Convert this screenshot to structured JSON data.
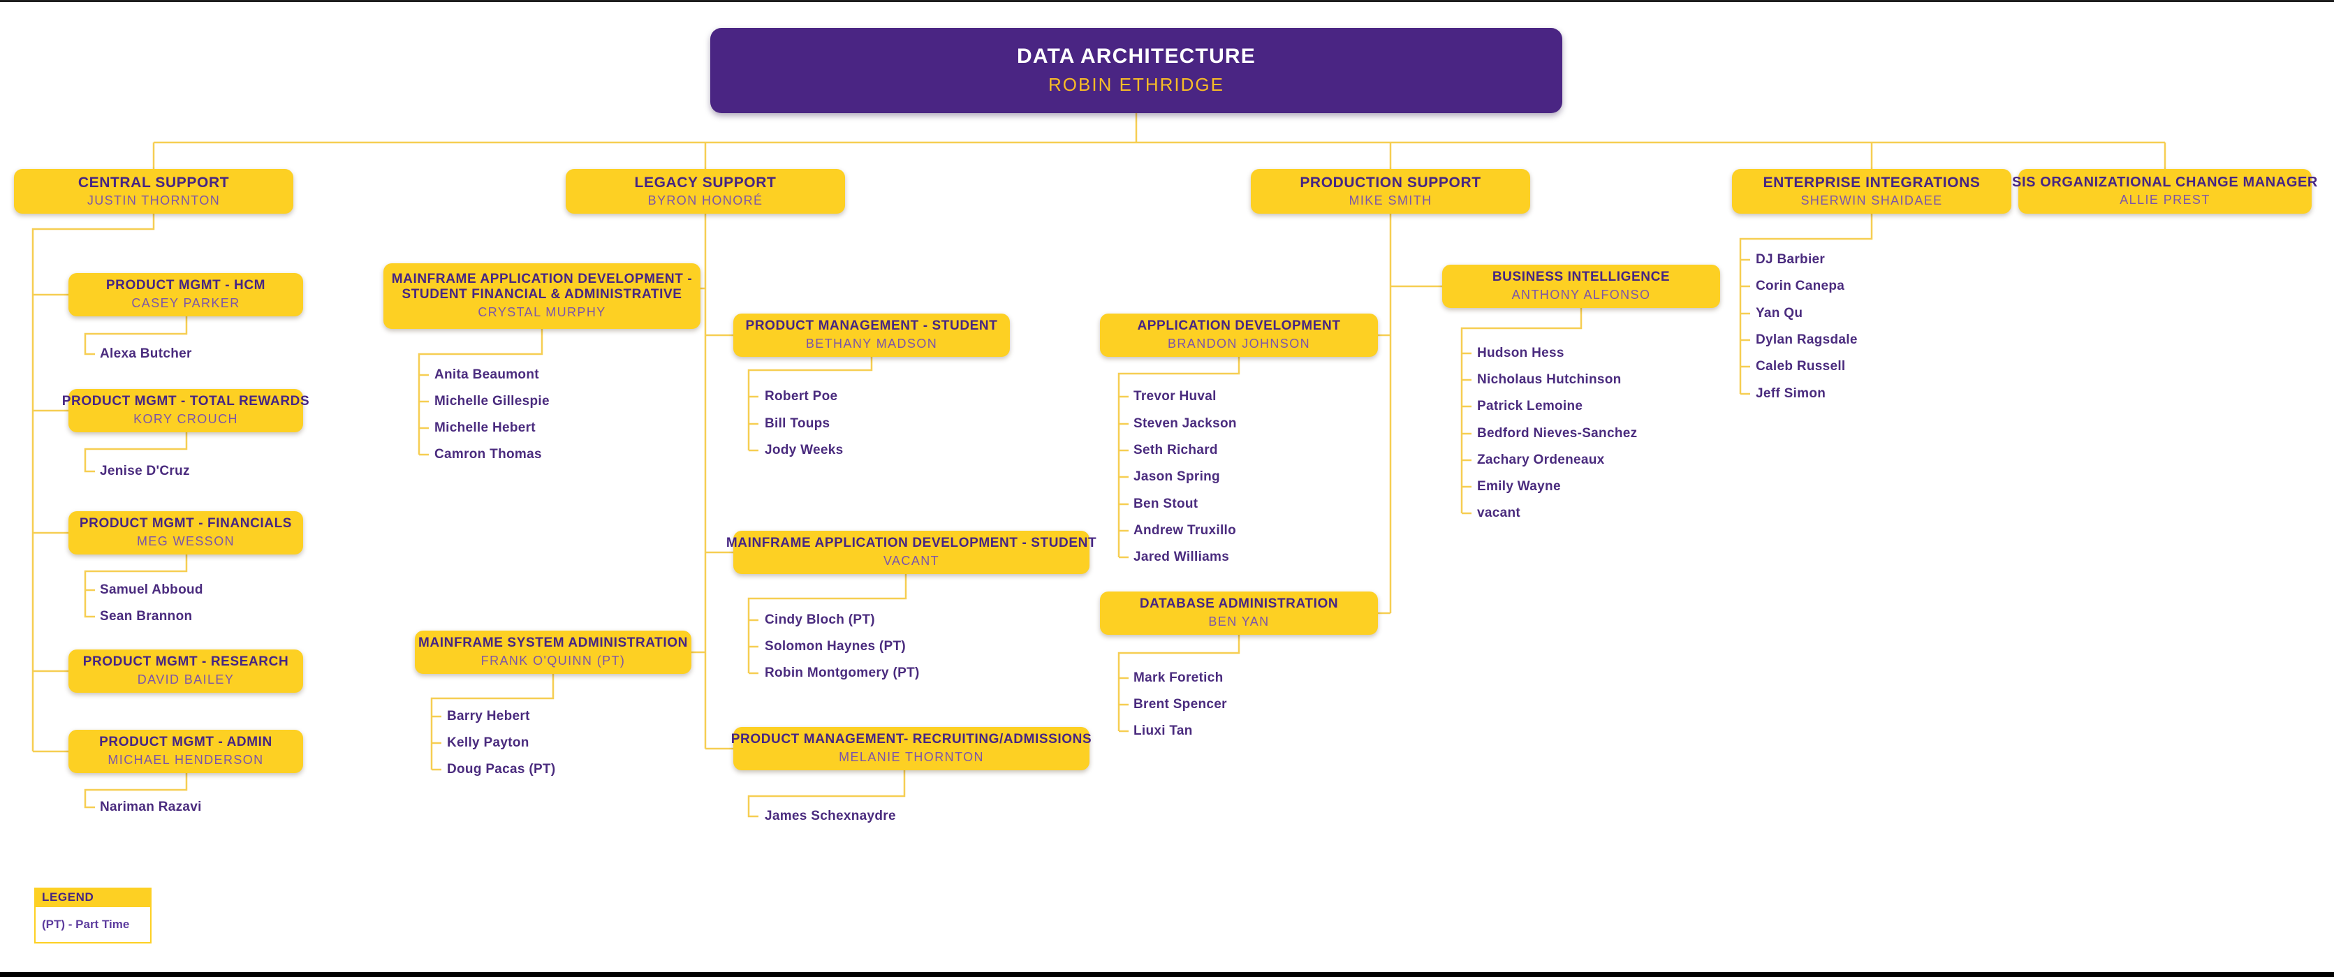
{
  "root": {
    "title": "DATA ARCHITECTURE",
    "manager": "ROBIN ETHRIDGE"
  },
  "colors": {
    "purple": "#4A2583",
    "gold": "#FDD023",
    "connector": "#F6CE52",
    "title_text": "#462583",
    "manager_text": "#7C55A9",
    "employee_text": "#4A2B7E",
    "root_manager_text": "#F8BC26"
  },
  "departments": [
    {
      "title": "CENTRAL SUPPORT",
      "manager": "JUSTIN THORNTON",
      "children": [
        {
          "title": "PRODUCT MGMT - HCM",
          "manager": "CASEY PARKER",
          "employees": [
            "Alexa Butcher"
          ]
        },
        {
          "title": "PRODUCT MGMT - TOTAL REWARDS",
          "manager": "KORY CROUCH",
          "employees": [
            "Jenise D'Cruz"
          ]
        },
        {
          "title": "PRODUCT MGMT - FINANCIALS",
          "manager": "MEG WESSON",
          "employees": [
            "Samuel Abboud",
            "Sean Brannon"
          ]
        },
        {
          "title": "PRODUCT MGMT - RESEARCH",
          "manager": "DAVID BAILEY",
          "employees": []
        },
        {
          "title": "PRODUCT MGMT - ADMIN",
          "manager": "MICHAEL HENDERSON",
          "employees": [
            "Nariman Razavi"
          ]
        }
      ]
    },
    {
      "title": "LEGACY SUPPORT",
      "manager": "BYRON HONORÉ",
      "children": [
        {
          "title": "MAINFRAME APPLICATION DEVELOPMENT - STUDENT FINANCIAL & ADMINISTRATIVE",
          "manager": "CRYSTAL MURPHY",
          "employees": [
            "Anita Beaumont",
            "Michelle Gillespie",
            "Michelle Hebert",
            "Camron Thomas"
          ]
        },
        {
          "title": "PRODUCT MANAGEMENT - STUDENT",
          "manager": "BETHANY MADSON",
          "employees": [
            "Robert Poe",
            "Bill Toups",
            "Jody Weeks"
          ]
        },
        {
          "title": "MAINFRAME APPLICATION DEVELOPMENT - STUDENT",
          "manager": "VACANT",
          "employees": [
            "Cindy Bloch (PT)",
            "Solomon Haynes (PT)",
            "Robin Montgomery (PT)"
          ]
        },
        {
          "title": "MAINFRAME SYSTEM ADMINISTRATION",
          "manager": "FRANK O'QUINN (PT)",
          "employees": [
            "Barry Hebert",
            "Kelly Payton",
            "Doug Pacas (PT)"
          ]
        },
        {
          "title": "PRODUCT MANAGEMENT- RECRUITING/ADMISSIONS",
          "manager": "MELANIE THORNTON",
          "employees": [
            "James Schexnaydre"
          ]
        }
      ]
    },
    {
      "title": "PRODUCTION SUPPORT",
      "manager": "MIKE SMITH",
      "children": [
        {
          "title": "BUSINESS INTELLIGENCE",
          "manager": "ANTHONY ALFONSO",
          "employees": [
            "Hudson Hess",
            "Nicholaus Hutchinson",
            "Patrick Lemoine",
            "Bedford Nieves-Sanchez",
            "Zachary Ordeneaux",
            "Emily Wayne",
            "vacant"
          ]
        },
        {
          "title": "APPLICATION DEVELOPMENT",
          "manager": "BRANDON JOHNSON",
          "employees": [
            "Trevor Huval",
            "Steven Jackson",
            "Seth Richard",
            "Jason Spring",
            "Ben Stout",
            "Andrew Truxillo",
            "Jared Williams"
          ]
        },
        {
          "title": "DATABASE ADMINISTRATION",
          "manager": "BEN YAN",
          "employees": [
            "Mark Foretich",
            "Brent Spencer",
            "Liuxi Tan"
          ]
        }
      ]
    },
    {
      "title": "ENTERPRISE INTEGRATIONS",
      "manager": "SHERWIN SHAIDAEE",
      "employees": [
        "DJ Barbier",
        "Corin Canepa",
        "Yan Qu",
        "Dylan Ragsdale",
        "Caleb Russell",
        "Jeff Simon"
      ]
    },
    {
      "title": "SIS ORGANIZATIONAL CHANGE MANAGER",
      "manager": "ALLIE PREST"
    }
  ],
  "legend": {
    "title": "LEGEND",
    "items": [
      "(PT) - Part Time"
    ]
  }
}
